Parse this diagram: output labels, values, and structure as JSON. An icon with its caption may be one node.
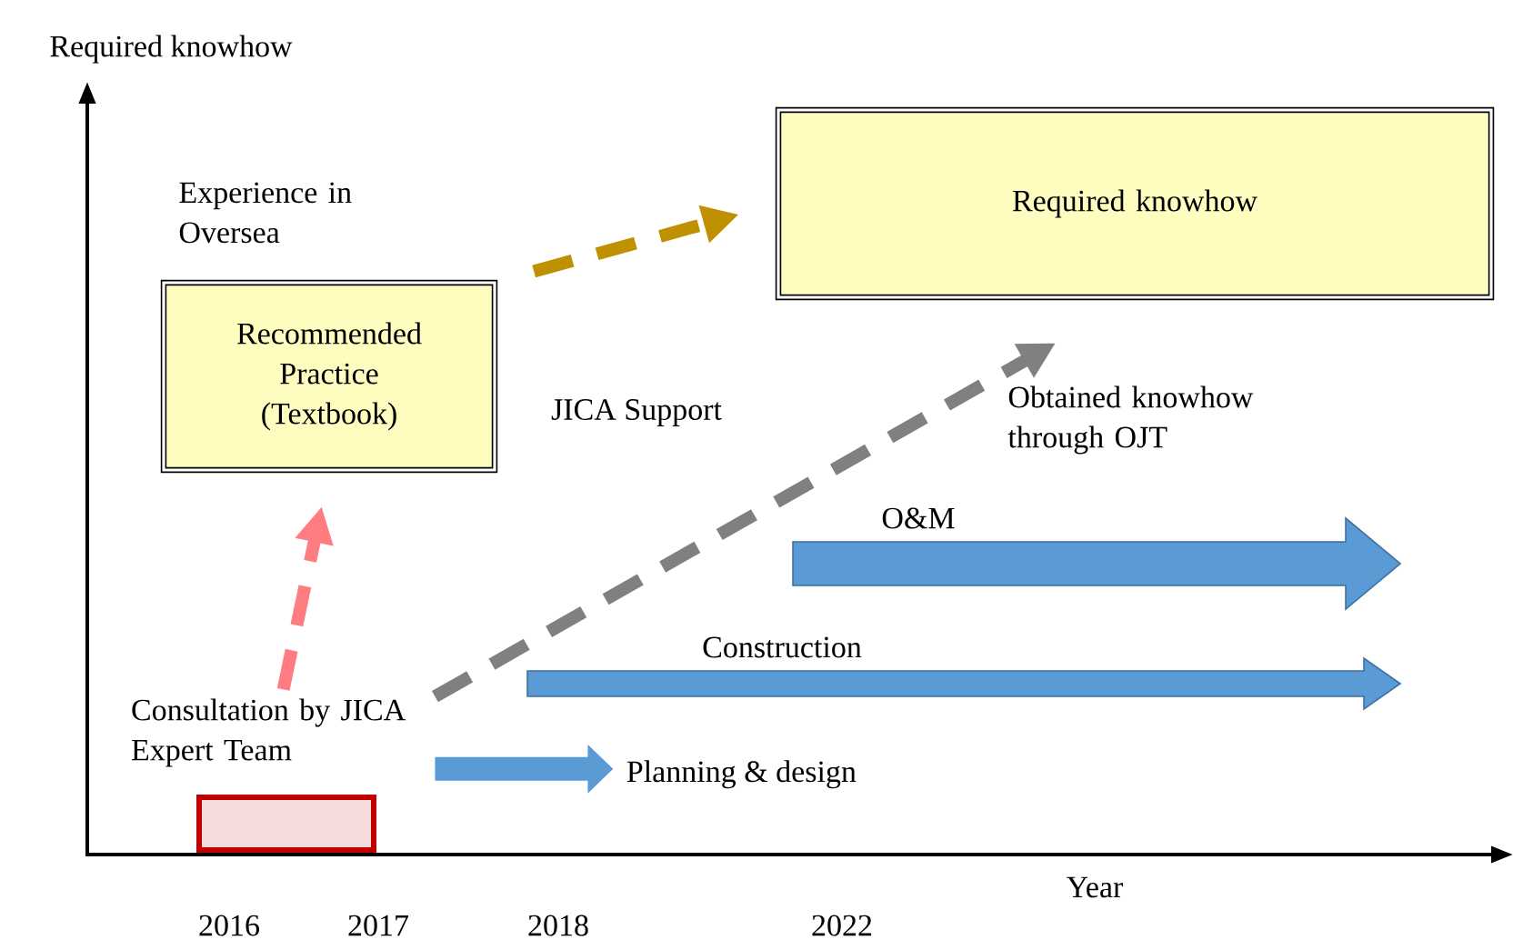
{
  "diagram": {
    "nodes": [
      {
        "text": [
          "Recommended Practice (Textbook)"
        ],
        "beside": [
          "Experience in Oversea"
        ]
      },
      {
        "text": [
          "Required knowhow"
        ]
      },
      {
        "text": [
          "Consultation by JICA Expert Team"
        ]
      },
      {
        "text": [],
        "shape": "box"
      }
    ],
    "edges": [
      {
        "from": 2,
        "to": 0,
        "arrow": "to",
        "style": "dashed",
        "color": "#ff7c80"
      },
      {
        "from": 0,
        "to": 1,
        "arrow": "to",
        "style": "dashed",
        "color": "#bf9000"
      },
      {
        "from": 2,
        "to": 1,
        "arrow": "to",
        "style": "dashed",
        "color": "#808080"
      },
      {
        "from": 2,
        "to": null,
        "arrow": "to",
        "style": "thick",
        "color": "#5b9bd5",
        "label": "Planning & design"
      }
    ],
    "labels": [
      "Required knowhow",
      "JICA Support",
      "Obtained knowhow through OJT",
      "O&M",
      "Construction",
      "Year",
      "2016",
      "2017",
      "2018",
      "2022"
    ]
  }
}
